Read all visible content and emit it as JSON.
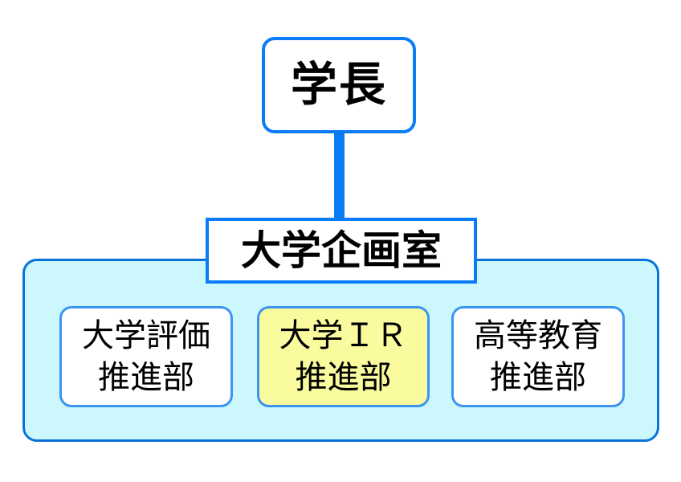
{
  "org_chart": {
    "type": "organization-diagram",
    "root": {
      "label": "学長"
    },
    "office": {
      "label": "大学企画室"
    },
    "departments": [
      {
        "line1": "大学評価",
        "line2": "推進部",
        "highlighted": false
      },
      {
        "line1": "大学ＩＲ",
        "line2": "推進部",
        "highlighted": true
      },
      {
        "line1": "高等教育",
        "line2": "推進部",
        "highlighted": false
      }
    ]
  },
  "colors": {
    "primary_blue_border": "#0a7cf5",
    "container_border_blue": "#0a72dd",
    "container_fill_cyan": "#cbf7fd",
    "department_border_blue": "#3c94f0",
    "highlight_yellow": "#fafa9e",
    "box_fill_white": "#ffffff",
    "text_black": "#000000",
    "background_white": "#ffffff"
  }
}
